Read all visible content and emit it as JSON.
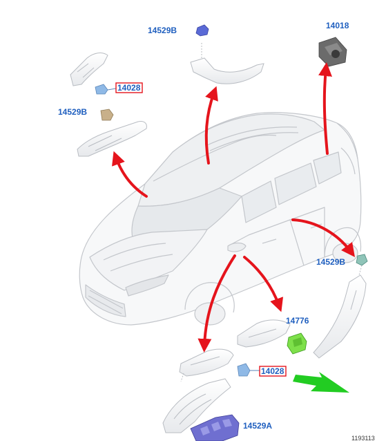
{
  "labels": {
    "top_center": "14529B",
    "top_right": "14018",
    "upper_left_boxed": "14028",
    "mid_left": "14529B",
    "right": "14529B",
    "center_right": "14776",
    "lower_boxed": "14028",
    "bottom": "14529A"
  },
  "figure_number": "1193113",
  "colors": {
    "arrow_red": "#e5141c",
    "arrow_green": "#22cc22",
    "label_blue": "#1f5fbf",
    "highlight_box": "#e5141c",
    "part_outline": "#b8bcc2",
    "connector_blue": "#8fb9e6",
    "connector_beige": "#c8b08a",
    "switch_green": "#7ee04a",
    "switch_purple": "#6f6fd0",
    "sensor_gray": "#6b6b6b"
  }
}
